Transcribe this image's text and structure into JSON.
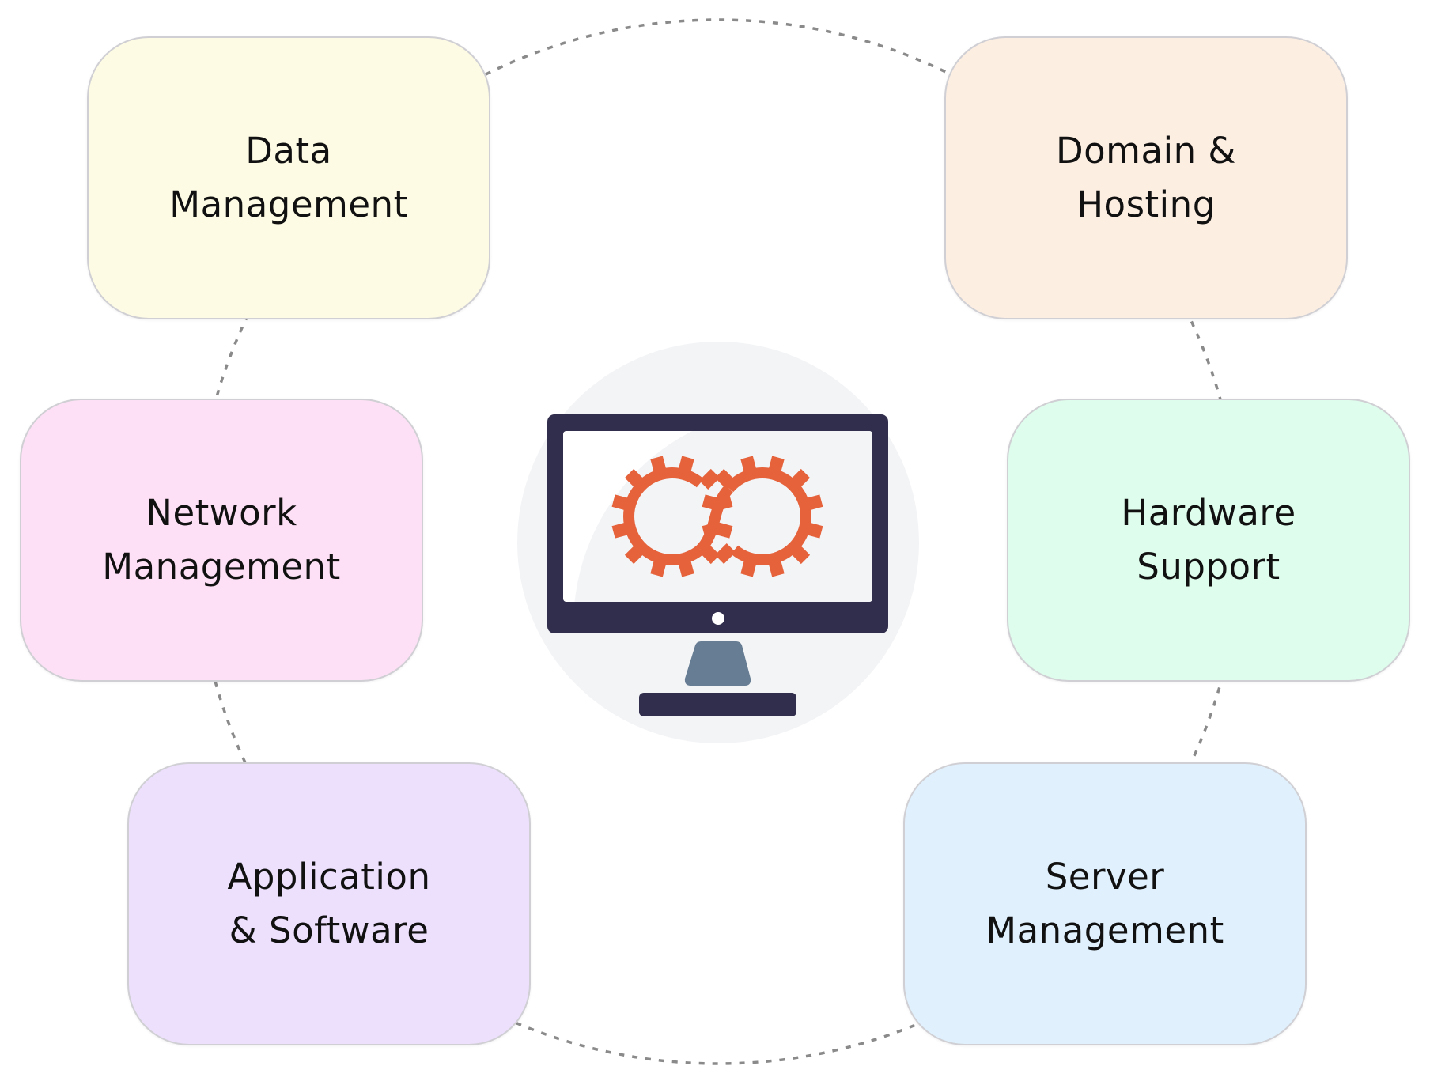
{
  "diagram": {
    "colors": {
      "connector": "#8a8a8a",
      "card_border": "#cfcfd4",
      "center_bg": "#f3f4f6",
      "monitor": "#302e4c",
      "monitor_stand": "#677d93",
      "gears": "#e5623b",
      "text": "#111111"
    },
    "center_icon": "monitor-with-infinity-gears-icon",
    "cards": [
      {
        "id": "data",
        "label": "Data\nManagement",
        "fill": "#fdfbe3"
      },
      {
        "id": "domain",
        "label": "Domain &\nHosting",
        "fill": "#fdeee2"
      },
      {
        "id": "network",
        "label": "Network\nManagement",
        "fill": "#fde0f5"
      },
      {
        "id": "hardware",
        "label": "Hardware\nSupport",
        "fill": "#defdec"
      },
      {
        "id": "app",
        "label": "Application\n& Software",
        "fill": "#ede0fd"
      },
      {
        "id": "server",
        "label": "Server\nManagement",
        "fill": "#e0f1fd"
      }
    ]
  }
}
